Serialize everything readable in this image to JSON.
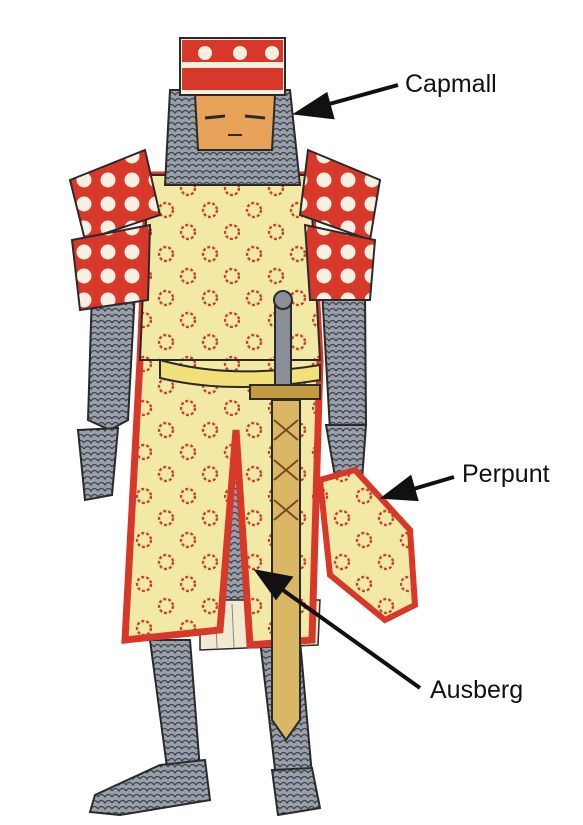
{
  "labels": {
    "capmall": "Capmall",
    "perpunt": "Perpunt",
    "ausberg": "Ausberg"
  },
  "colors": {
    "red": "#d8382a",
    "yellow_cloth": "#f3e9a6",
    "mail_gray": "#7f8590",
    "mail_dark": "#3e4450",
    "skin": "#e8a35a",
    "outline": "#2a2a2a"
  }
}
